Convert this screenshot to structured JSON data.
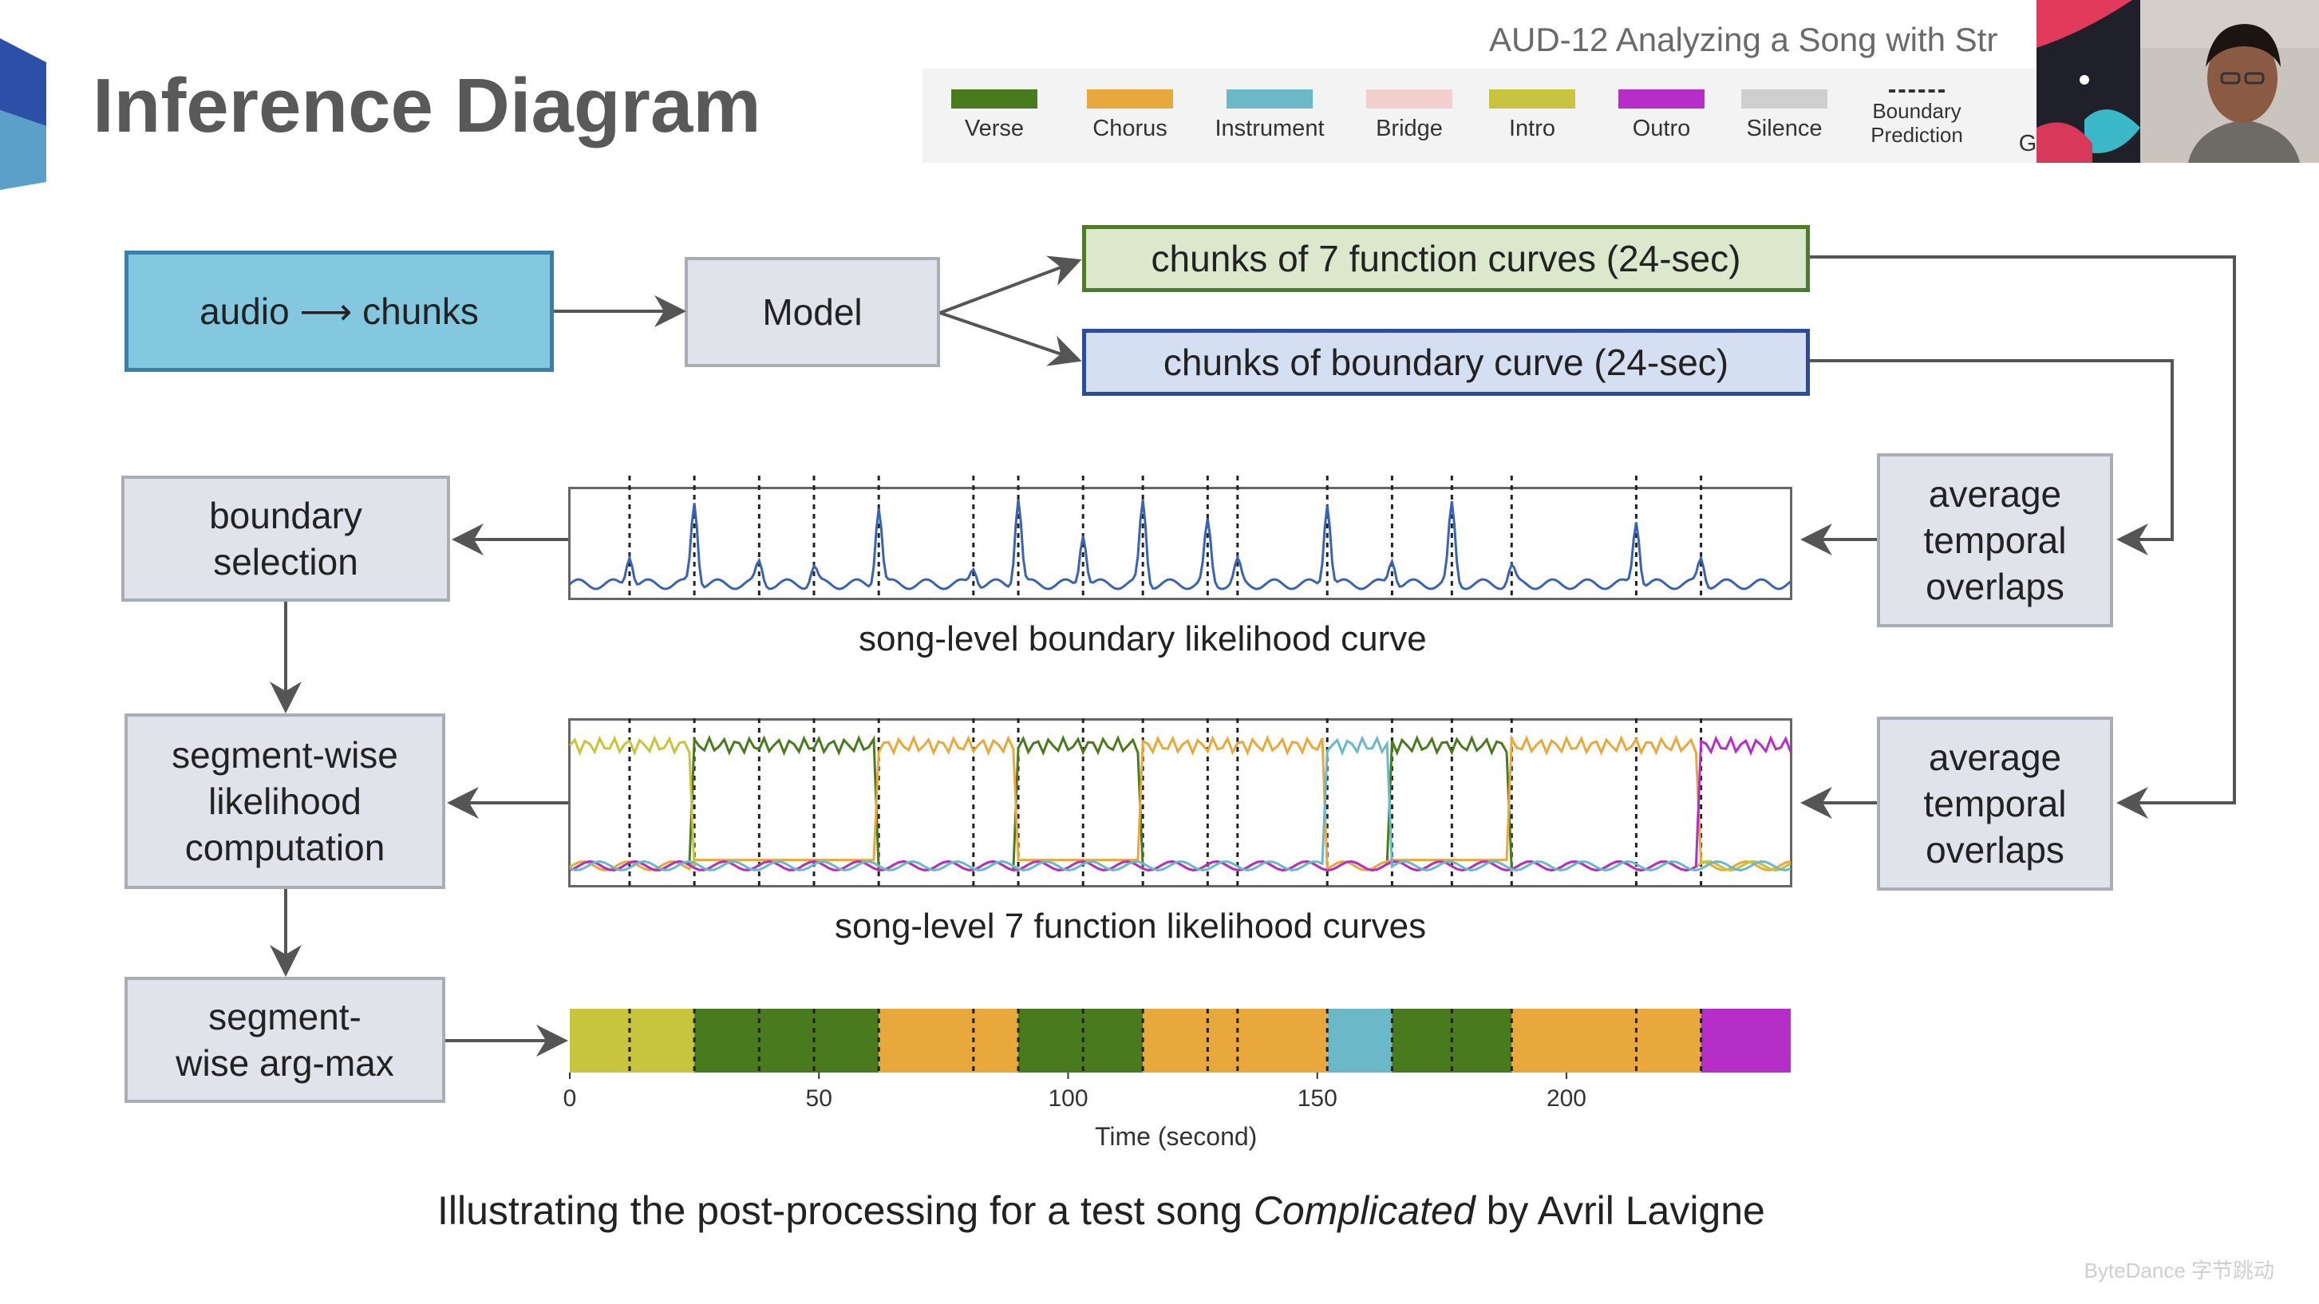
{
  "header": {
    "title": "Inference Diagram",
    "talk_title": "AUD-12 Analyzing a Song with Str"
  },
  "legend": {
    "items": [
      {
        "label": "Verse",
        "color": "#4a7a1e"
      },
      {
        "label": "Chorus",
        "color": "#e8a83c"
      },
      {
        "label": "Instrument",
        "color": "#6bb8c8"
      },
      {
        "label": "Bridge",
        "color": "#f3cfd0"
      },
      {
        "label": "Intro",
        "color": "#c8c43e"
      },
      {
        "label": "Outro",
        "color": "#b52ec8"
      },
      {
        "label": "Silence",
        "color": "#cfcfcf"
      }
    ],
    "boundary_label": "Boundary Prediction",
    "truncated_label": "G"
  },
  "boxes": {
    "audio": "audio ⟶ chunks",
    "model": "Model",
    "function_chunks": "chunks of 7 function curves (24-sec)",
    "boundary_chunks": "chunks of boundary curve (24-sec)",
    "boundary_selection": "boundary selection",
    "avg_overlaps_1": "average temporal overlaps",
    "segment_likelihood": "segment-wise likelihood computation",
    "avg_overlaps_2": "average temporal overlaps",
    "argmax": "segment-wise arg-max"
  },
  "captions": {
    "boundary_curve": "song-level boundary likelihood curve",
    "function_curves": "song-level 7 function likelihood curves",
    "bottom_prefix": "Illustrating the post-processing for a test song ",
    "bottom_song": "Complicated",
    "bottom_suffix": " by Avril Lavigne"
  },
  "chart_data": {
    "type": "bar",
    "xlabel": "Time (second)",
    "xticks": [
      0,
      50,
      100,
      150,
      200
    ],
    "xlim": [
      0,
      245
    ],
    "boundaries": [
      12,
      25,
      38,
      49,
      62,
      81,
      90,
      103,
      115,
      128,
      134,
      152,
      165,
      177,
      189,
      214,
      227
    ],
    "segments": [
      {
        "start": 0,
        "end": 25,
        "label": "Intro",
        "color": "#c8c43e"
      },
      {
        "start": 25,
        "end": 62,
        "label": "Verse",
        "color": "#4a7a1e"
      },
      {
        "start": 62,
        "end": 90,
        "label": "Chorus",
        "color": "#e8a83c"
      },
      {
        "start": 90,
        "end": 115,
        "label": "Verse",
        "color": "#4a7a1e"
      },
      {
        "start": 115,
        "end": 152,
        "label": "Chorus",
        "color": "#e8a83c"
      },
      {
        "start": 152,
        "end": 165,
        "label": "Instrument",
        "color": "#6bb8c8"
      },
      {
        "start": 165,
        "end": 189,
        "label": "Verse",
        "color": "#4a7a1e"
      },
      {
        "start": 189,
        "end": 227,
        "label": "Chorus",
        "color": "#e8a83c"
      },
      {
        "start": 227,
        "end": 245,
        "label": "Outro",
        "color": "#b52ec8"
      }
    ]
  },
  "watermark": "ByteDance 字节跳动"
}
